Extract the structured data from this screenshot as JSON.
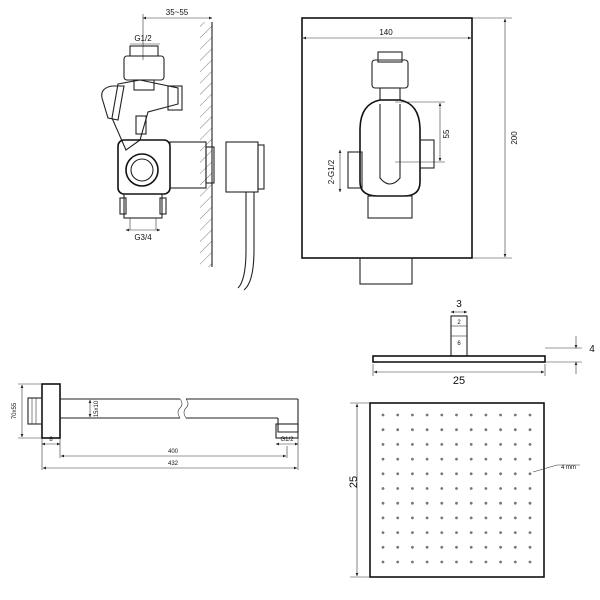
{
  "valve_side": {
    "depth_label": "35~55",
    "inlet_top_label": "G1/2",
    "inlet_bottom_label": "G3/4"
  },
  "valve_front": {
    "width_label": "140",
    "height_label": "200",
    "spacing_label": "55",
    "ports_label": "2-G1/2"
  },
  "shower_head_side": {
    "top_label": "3",
    "thickness_label": "4",
    "width_label": "25",
    "small_a": "2",
    "small_b": "6"
  },
  "shower_arm": {
    "flange_label": "70x55",
    "tube_label": "15x10",
    "length_inner": "400",
    "length_total": "432",
    "end_label": "G1/2",
    "small_label": "8"
  },
  "shower_head_top": {
    "size_label": "25",
    "nozzle_label": "4 mm"
  }
}
